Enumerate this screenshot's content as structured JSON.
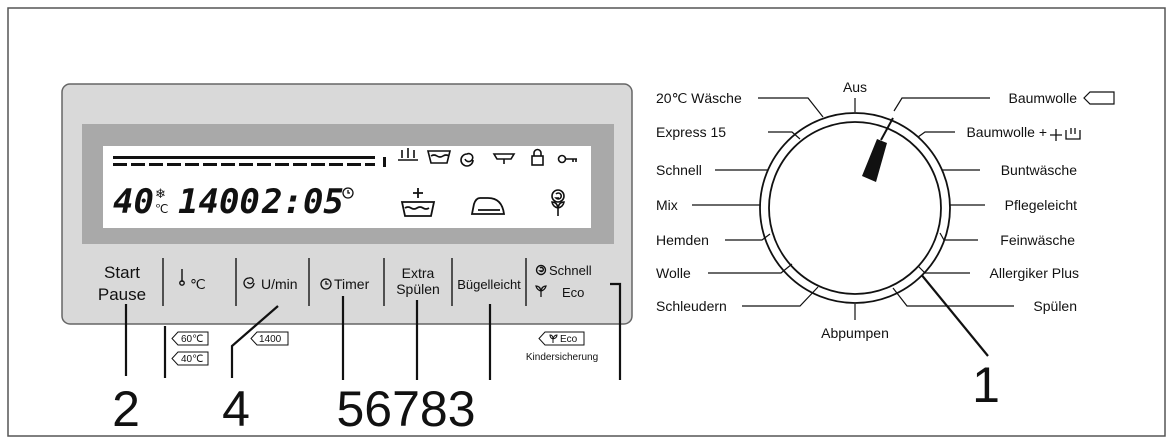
{
  "display": {
    "temp_value": "40",
    "temp_unit": "℃",
    "spin_value": "1400",
    "time_value": "2:05"
  },
  "buttons": [
    {
      "id": "start-pause",
      "line1": "Start",
      "line2": "Pause"
    },
    {
      "id": "temp",
      "label": "℃"
    },
    {
      "id": "spin",
      "label": "U/min"
    },
    {
      "id": "timer",
      "label": "Timer"
    },
    {
      "id": "extra-rinse",
      "line1": "Extra",
      "line2": "Spülen"
    },
    {
      "id": "easy-iron",
      "label": "Bügelleicht"
    },
    {
      "id": "quick-eco",
      "line1": "Schnell",
      "line2": "Eco"
    }
  ],
  "sub_labels": {
    "temp_60": "60℃",
    "temp_40": "40℃",
    "spin_1400": "1400",
    "eco_tag": "Eco",
    "child_lock": "Kindersicherung"
  },
  "callouts": [
    "2",
    "4",
    "56783",
    "1"
  ],
  "dial": {
    "top": "Aus",
    "bottom": "Abpumpen",
    "left": [
      "20℃ Wäsche",
      "Express 15",
      "Schnell",
      "Mix",
      "Hemden",
      "Wolle",
      "Schleudern"
    ],
    "right": [
      "Baumwolle",
      "Baumwolle +",
      "Buntwäsche",
      "Pflegeleicht",
      "Feinwäsche",
      "Allergiker Plus",
      "Spülen"
    ]
  },
  "colors": {
    "panel": "#d9d9d9",
    "lcd_frame": "#a9a9a9",
    "lcd": "#ffffff",
    "ink": "#111111"
  }
}
